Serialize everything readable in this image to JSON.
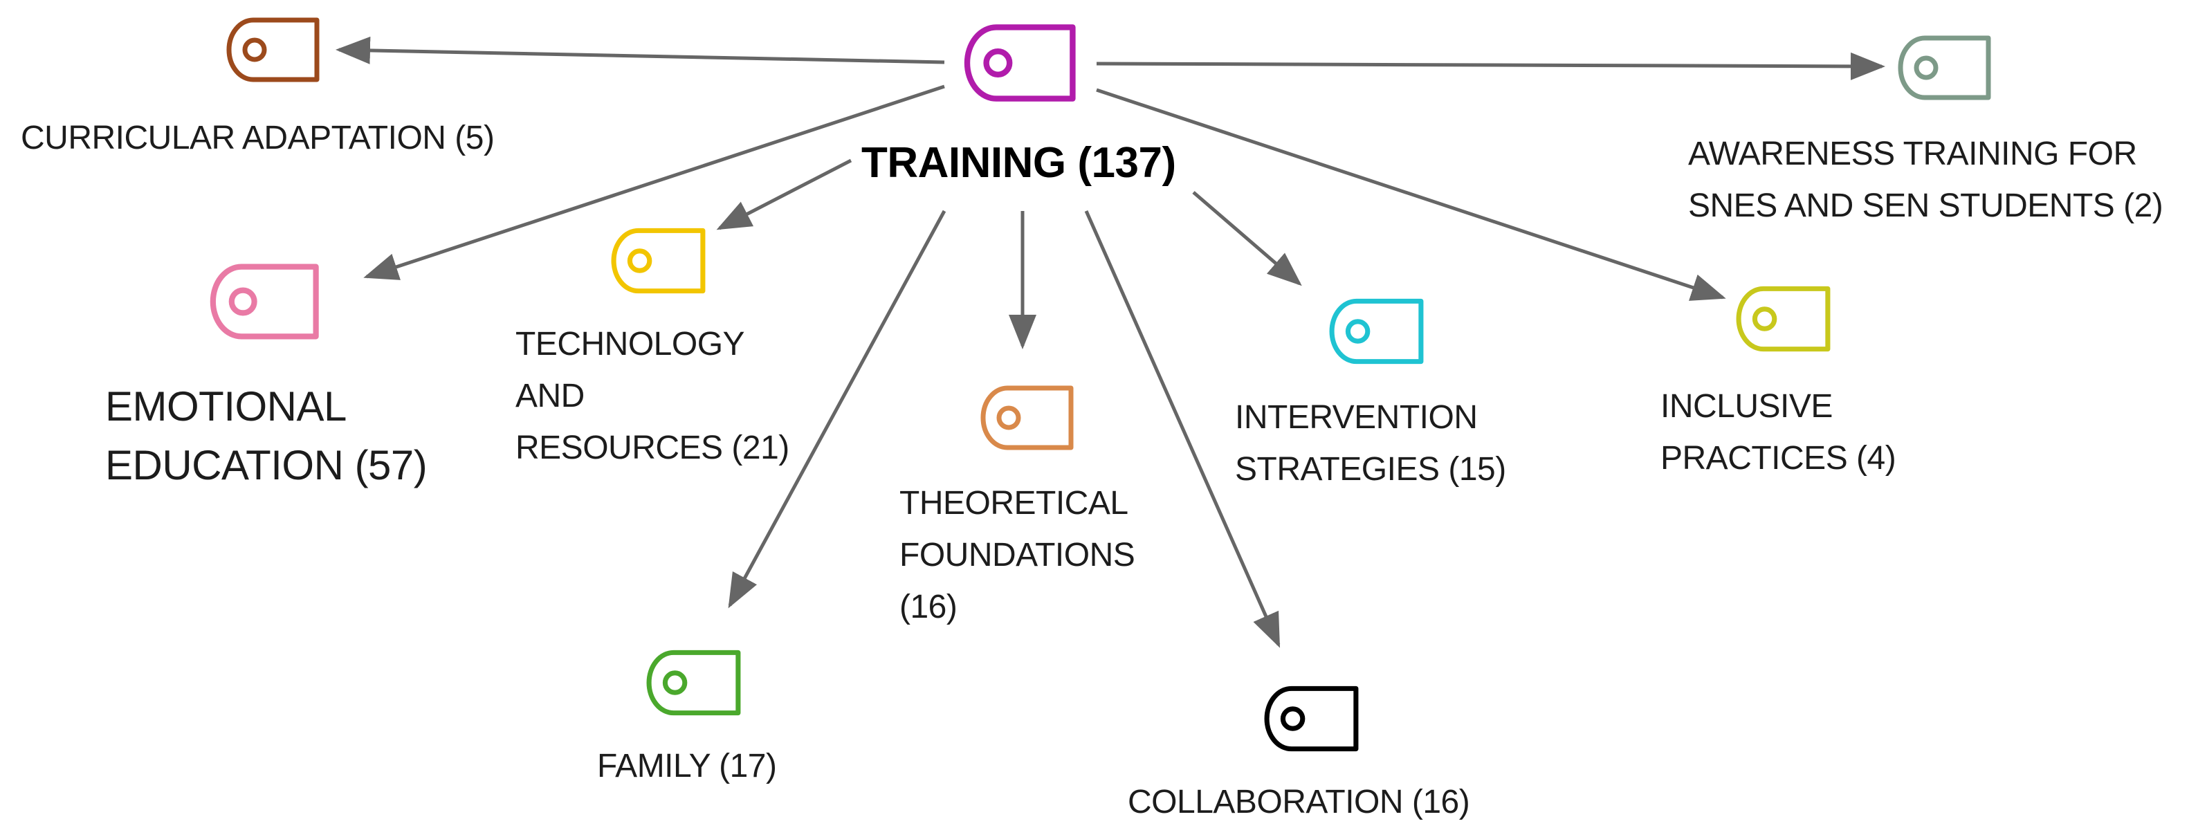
{
  "root": {
    "label": "TRAINING (137)",
    "color": "#b11cab"
  },
  "codes": [
    {
      "id": "curricular-adaptation",
      "lines": [
        "CURRICULAR ADAPTATION (5)"
      ],
      "color": "#9c4a1c"
    },
    {
      "id": "awareness-training",
      "lines": [
        "AWARENESS TRAINING FOR",
        "SNES AND SEN STUDENTS (2)"
      ],
      "color": "#7d9a88"
    },
    {
      "id": "emotional-education",
      "lines": [
        "EMOTIONAL",
        "EDUCATION (57)"
      ],
      "color": "#e97aa5"
    },
    {
      "id": "technology-resources",
      "lines": [
        "TECHNOLOGY",
        "AND",
        "RESOURCES (21)"
      ],
      "color": "#f2c500"
    },
    {
      "id": "theoretical-foundations",
      "lines": [
        "THEORETICAL",
        "FOUNDATIONS",
        "(16)"
      ],
      "color": "#d9894a"
    },
    {
      "id": "intervention-strategies",
      "lines": [
        "INTERVENTION",
        "STRATEGIES (15)"
      ],
      "color": "#1fc3d2"
    },
    {
      "id": "inclusive-practices",
      "lines": [
        "INCLUSIVE",
        "PRACTICES (4)"
      ],
      "color": "#c8c81c"
    },
    {
      "id": "family",
      "lines": [
        "FAMILY (17)"
      ],
      "color": "#4aa82c"
    },
    {
      "id": "collaboration",
      "lines": [
        "COLLABORATION (16)"
      ],
      "color": "#000000"
    }
  ],
  "edge_color": "#666666"
}
